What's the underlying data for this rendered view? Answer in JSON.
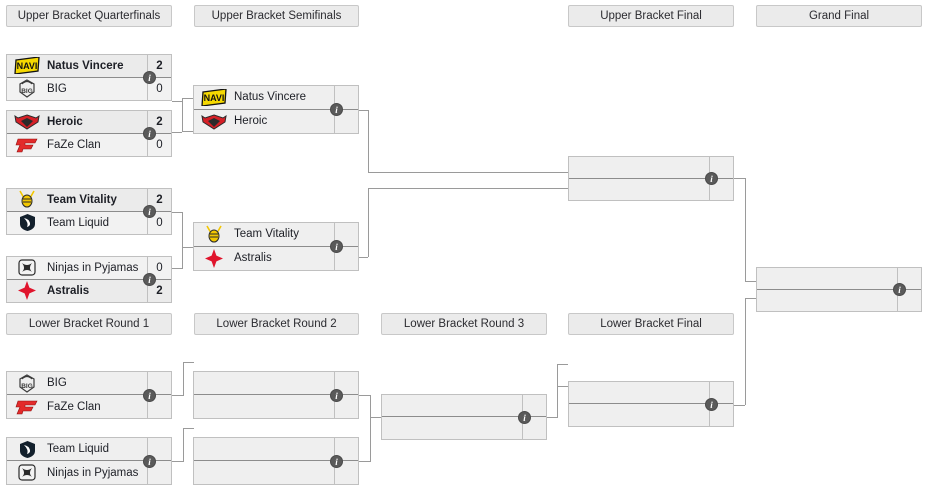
{
  "rounds": [
    {
      "id": "ub-quarterfinals",
      "label": "Upper Bracket Quarterfinals"
    },
    {
      "id": "ub-semifinals",
      "label": "Upper Bracket Semifinals"
    },
    {
      "id": "ub-final",
      "label": "Upper Bracket Final"
    },
    {
      "id": "grand-final",
      "label": "Grand Final"
    },
    {
      "id": "lb-round-1",
      "label": "Lower Bracket Round 1"
    },
    {
      "id": "lb-round-2",
      "label": "Lower Bracket Round 2"
    },
    {
      "id": "lb-round-3",
      "label": "Lower Bracket Round 3"
    },
    {
      "id": "lb-final",
      "label": "Lower Bracket Final"
    }
  ],
  "info_glyph": "i",
  "colors": {
    "header_bg": "#ebebeb",
    "header_border": "#c8c8c8",
    "match_border": "#c0c0c0",
    "winner_row_bg": "#ebebeb",
    "loser_row_bg": "#f2f2f2",
    "empty_row_bg": "#efefef",
    "divider": "#8c8c8c",
    "connector": "#9a9a9a",
    "info_badge": "#5a5a5a",
    "text": "#1d1f26"
  },
  "matches": [
    {
      "id": "ubqf-1",
      "round": "ub-quarterfinals",
      "top": {
        "team": "Natus Vincere",
        "logo": "navi-logo",
        "score": "2",
        "result": "win"
      },
      "bottom": {
        "team": "BIG",
        "logo": "big-logo",
        "score": "0",
        "result": "lose"
      }
    },
    {
      "id": "ubqf-2",
      "round": "ub-quarterfinals",
      "top": {
        "team": "Heroic",
        "logo": "heroic-logo",
        "score": "2",
        "result": "win"
      },
      "bottom": {
        "team": "FaZe Clan",
        "logo": "faze-logo",
        "score": "0",
        "result": "lose"
      }
    },
    {
      "id": "ubqf-3",
      "round": "ub-quarterfinals",
      "top": {
        "team": "Team Vitality",
        "logo": "vitality-logo",
        "score": "2",
        "result": "win"
      },
      "bottom": {
        "team": "Team Liquid",
        "logo": "liquid-logo",
        "score": "0",
        "result": "lose"
      }
    },
    {
      "id": "ubqf-4",
      "round": "ub-quarterfinals",
      "top": {
        "team": "Ninjas in Pyjamas",
        "logo": "nip-logo",
        "score": "0",
        "result": "lose"
      },
      "bottom": {
        "team": "Astralis",
        "logo": "astralis-logo",
        "score": "2",
        "result": "win"
      }
    },
    {
      "id": "ubsf-1",
      "round": "ub-semifinals",
      "top": {
        "team": "Natus Vincere",
        "logo": "navi-logo",
        "score": "",
        "result": "none"
      },
      "bottom": {
        "team": "Heroic",
        "logo": "heroic-logo",
        "score": "",
        "result": "none"
      }
    },
    {
      "id": "ubsf-2",
      "round": "ub-semifinals",
      "top": {
        "team": "Team Vitality",
        "logo": "vitality-logo",
        "score": "",
        "result": "none"
      },
      "bottom": {
        "team": "Astralis",
        "logo": "astralis-logo",
        "score": "",
        "result": "none"
      }
    },
    {
      "id": "ubf-1",
      "round": "ub-final",
      "top": {
        "team": "",
        "logo": "",
        "score": "",
        "result": "none"
      },
      "bottom": {
        "team": "",
        "logo": "",
        "score": "",
        "result": "none"
      }
    },
    {
      "id": "gf-1",
      "round": "grand-final",
      "top": {
        "team": "",
        "logo": "",
        "score": "",
        "result": "none"
      },
      "bottom": {
        "team": "",
        "logo": "",
        "score": "",
        "result": "none"
      }
    },
    {
      "id": "lbr1-1",
      "round": "lb-round-1",
      "top": {
        "team": "BIG",
        "logo": "big-logo",
        "score": "",
        "result": "none"
      },
      "bottom": {
        "team": "FaZe Clan",
        "logo": "faze-logo",
        "score": "",
        "result": "none"
      }
    },
    {
      "id": "lbr1-2",
      "round": "lb-round-1",
      "top": {
        "team": "Team Liquid",
        "logo": "liquid-logo",
        "score": "",
        "result": "none"
      },
      "bottom": {
        "team": "Ninjas in Pyjamas",
        "logo": "nip-logo",
        "score": "",
        "result": "none"
      }
    },
    {
      "id": "lbr2-1",
      "round": "lb-round-2",
      "top": {
        "team": "",
        "logo": "",
        "score": "",
        "result": "none"
      },
      "bottom": {
        "team": "",
        "logo": "",
        "score": "",
        "result": "none"
      }
    },
    {
      "id": "lbr2-2",
      "round": "lb-round-2",
      "top": {
        "team": "",
        "logo": "",
        "score": "",
        "result": "none"
      },
      "bottom": {
        "team": "",
        "logo": "",
        "score": "",
        "result": "none"
      }
    },
    {
      "id": "lbr3-1",
      "round": "lb-round-3",
      "top": {
        "team": "",
        "logo": "",
        "score": "",
        "result": "none"
      },
      "bottom": {
        "team": "",
        "logo": "",
        "score": "",
        "result": "none"
      }
    },
    {
      "id": "lbf-1",
      "round": "lb-final",
      "top": {
        "team": "",
        "logo": "",
        "score": "",
        "result": "none"
      },
      "bottom": {
        "team": "",
        "logo": "",
        "score": "",
        "result": "none"
      }
    }
  ]
}
